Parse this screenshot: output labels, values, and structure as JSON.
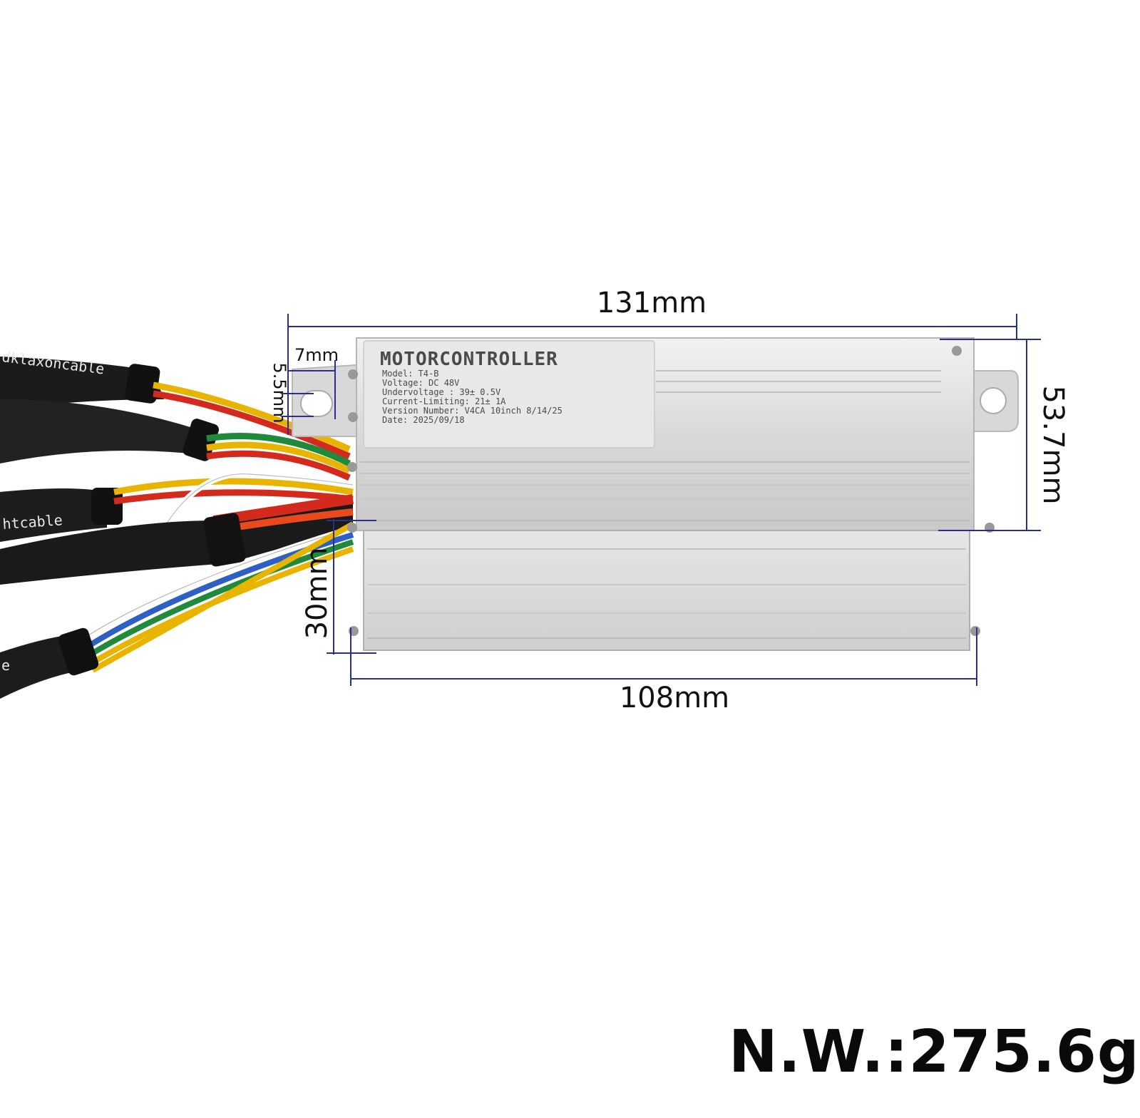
{
  "product": {
    "label": {
      "title": "MOTORCONTROLLER",
      "model": "Model: T4-B",
      "voltage": "Voltage: DC 48V",
      "undervoltage": "Undervoltage : 39± 0.5V",
      "current_limiting": "Current-Limiting: 21± 1A",
      "version": "Version Number: V4CA 10inch 8/14/25",
      "date": "Date: 2025/09/18"
    },
    "cable_labels": {
      "horn": "dklaxoncable",
      "light": "htcable",
      "third": "e"
    }
  },
  "dimensions": {
    "total_length": "131mm",
    "body_length": "108mm",
    "width": "53.7mm",
    "height": "30mm",
    "hole_width": "7mm",
    "hole_height": "5.5mm"
  },
  "net_weight": "N.W.:275.6g",
  "colors": {
    "dimension_line": "#2b2f8c",
    "housing": "#dedede",
    "cable_sheath": "#1a1a1a",
    "wires": [
      "#e8b400",
      "#d42a1e",
      "#1f8a3a",
      "#ffffff",
      "#2d5fc4"
    ]
  }
}
